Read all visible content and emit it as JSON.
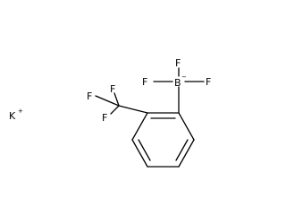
{
  "molecule": {
    "counterion": {
      "symbol": "K",
      "charge": "+"
    },
    "boron": {
      "symbol": "B",
      "charge": "−"
    },
    "fluorine_symbol": "F",
    "colors": {
      "bond": "#000000",
      "potassium": "#8f40d4",
      "boron": "#ffb5b5",
      "fluorine": "#90e050"
    }
  }
}
